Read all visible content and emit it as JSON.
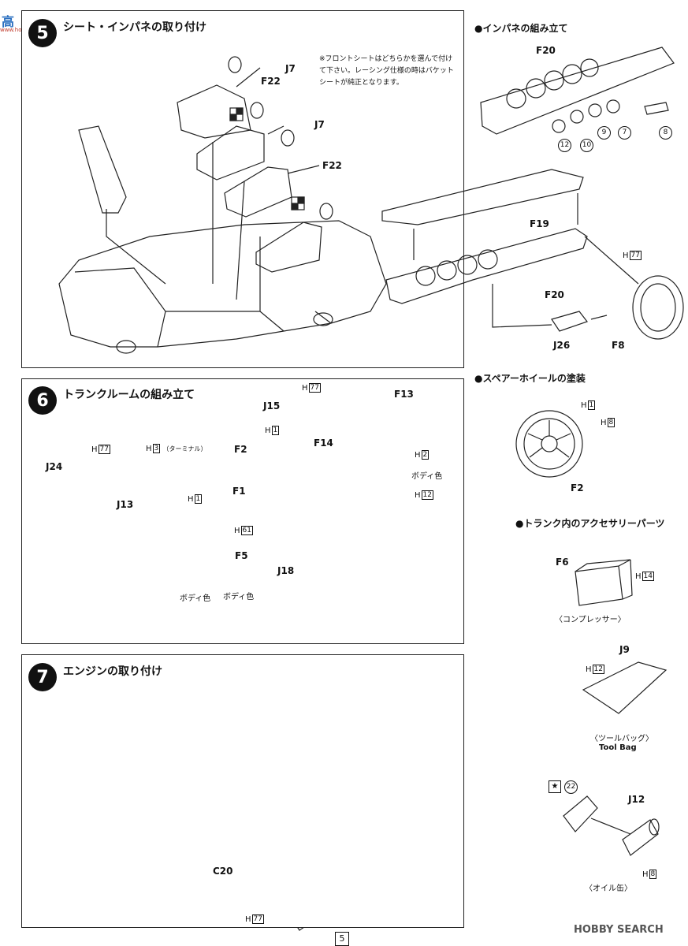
{
  "watermark_top": {
    "logo_text": "高",
    "text": "www.hobbysearch.com"
  },
  "watermark_bottom": "HOBBY SEARCH",
  "page_number": "5",
  "steps": [
    {
      "number": "5",
      "title": "シート・インパネの取り付け",
      "note": "※フロントシートはどちらかを選んで付けて下さい。レーシング仕様の時はバケットシートが純正となります。",
      "labels": {
        "j7a": "J7",
        "f22a": "F22",
        "j7b": "J7",
        "f22b": "F22"
      }
    },
    {
      "number": "6",
      "title": "トランクルームの組み立て",
      "labels": {
        "h77": "77",
        "j24": "J24",
        "h3": "3",
        "terminal": "（ターミナル）",
        "j13": "J13",
        "h1": "1",
        "body_color_a": "ボディ色",
        "h77b": "77",
        "j15": "J15",
        "h1b": "1",
        "f13": "F13",
        "f2": "F2",
        "f14": "F14",
        "h2": "2",
        "body_color_b": "ボディ色",
        "f1": "F1",
        "h12": "12",
        "h61": "61",
        "f5": "F5",
        "body_color_c": "ボディ色",
        "j18": "J18"
      }
    },
    {
      "number": "7",
      "title": "エンジンの取り付け",
      "labels": {
        "c20": "C20",
        "h77": "77"
      }
    }
  ],
  "right_column": {
    "panel_title": "●インパネの組み立て",
    "panel_part": "F20",
    "panel_circles": [
      "12",
      "10",
      "9",
      "7",
      "8"
    ],
    "dash_labels": {
      "f19": "F19",
      "f20": "F20",
      "h77": "77",
      "j26": "J26",
      "f8": "F8"
    },
    "spare_title": "●スペアーホイールの塗装",
    "spare_labels": {
      "h1": "1",
      "h8": "8",
      "f2": "F2"
    },
    "trunk_title": "●トランク内のアクセサリーパーツ",
    "compressor": {
      "part": "F6",
      "h": "14",
      "caption": "〈コンプレッサー〉"
    },
    "toolbag": {
      "part": "J9",
      "h": "12",
      "caption_jp": "〈ツールバッグ〉",
      "caption_en": "Tool Bag"
    },
    "oilcan": {
      "decal": "22",
      "part": "J12",
      "h": "8",
      "caption": "〈オイル缶〉"
    }
  }
}
